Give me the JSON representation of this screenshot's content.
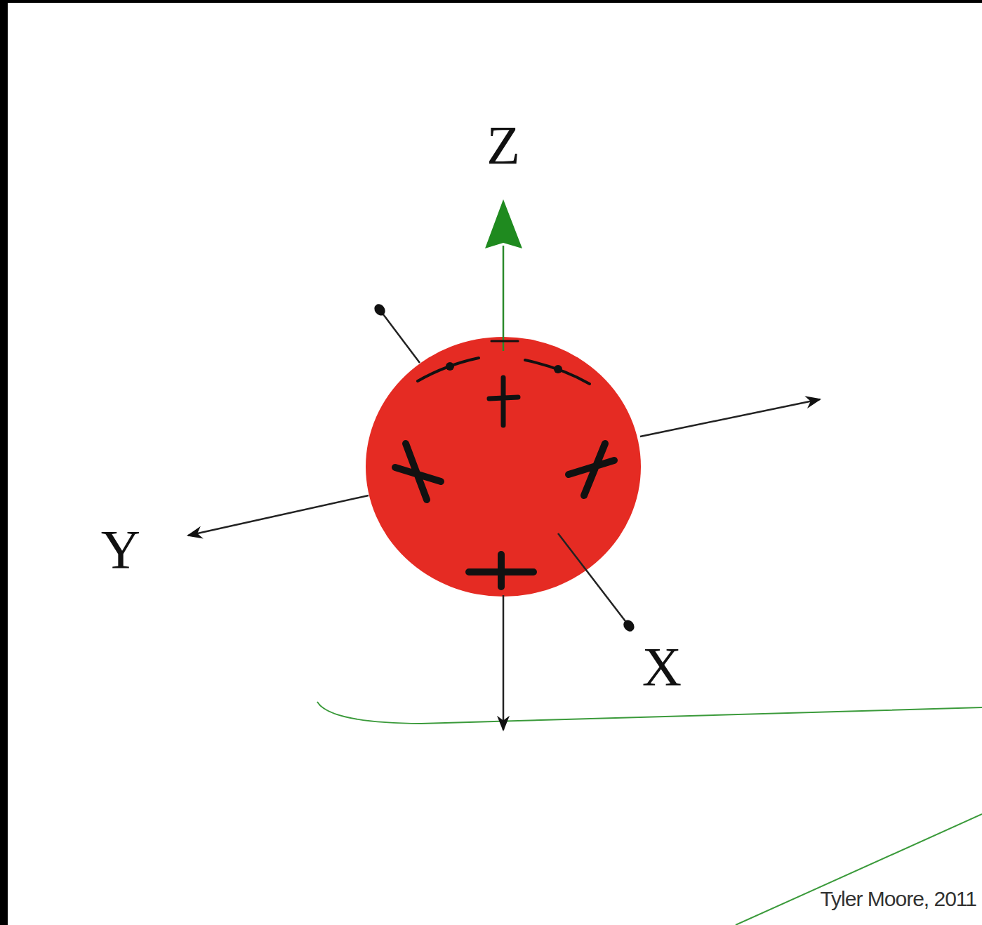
{
  "diagram": {
    "labels": [
      "Z",
      "Y",
      "X",
      "Tyler Moore, 2011"
    ]
  }
}
